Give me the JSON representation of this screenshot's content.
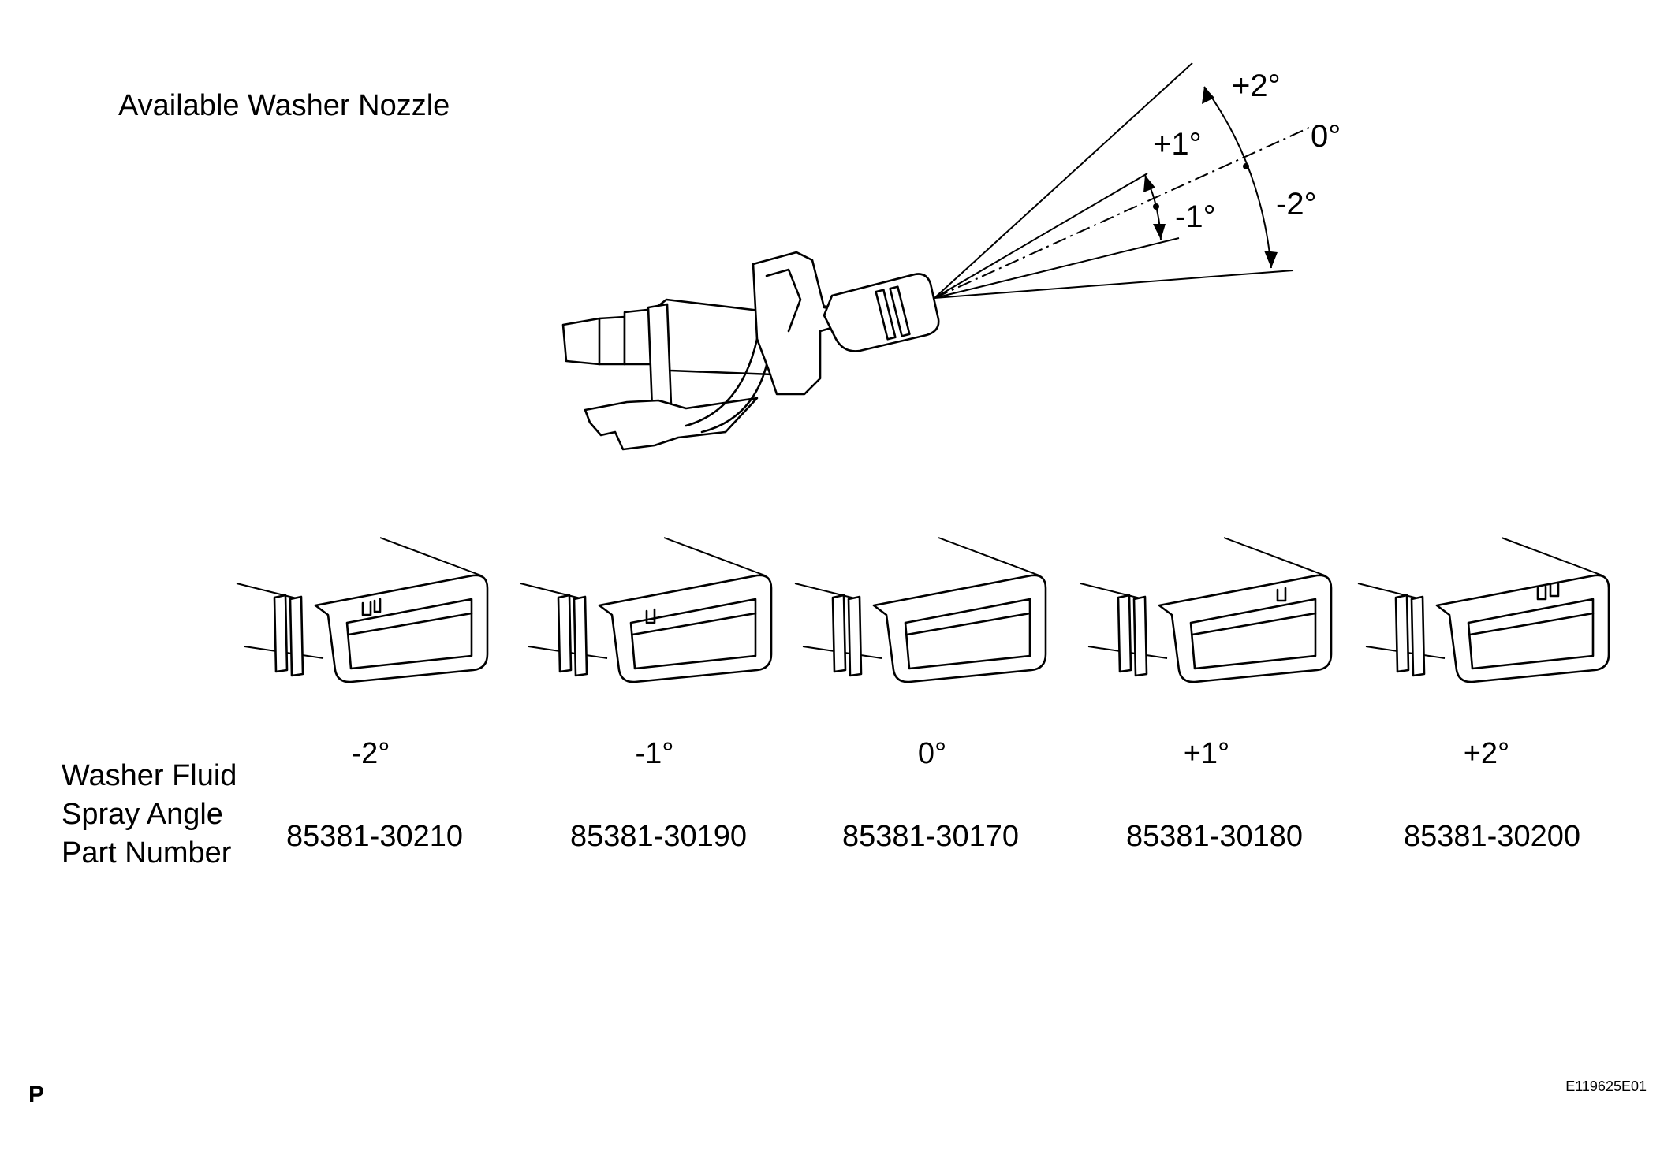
{
  "title": "Available Washer Nozzle",
  "spray_diagram": {
    "angle_labels": {
      "plus2": "+2°",
      "plus1": "+1°",
      "zero": "0°",
      "minus1": "-1°",
      "minus2": "-2°"
    }
  },
  "table": {
    "row_labels": [
      "Washer Fluid",
      "Spray Angle",
      "Part Number"
    ],
    "nozzles": [
      {
        "angle": "-2°",
        "part_number": "85381-30210"
      },
      {
        "angle": "-1°",
        "part_number": "85381-30190"
      },
      {
        "angle": "0°",
        "part_number": "85381-30170"
      },
      {
        "angle": "+1°",
        "part_number": "85381-30180"
      },
      {
        "angle": "+2°",
        "part_number": "85381-30200"
      }
    ]
  },
  "footer": {
    "left_mark": "P",
    "figure_code": "E119625E01"
  }
}
